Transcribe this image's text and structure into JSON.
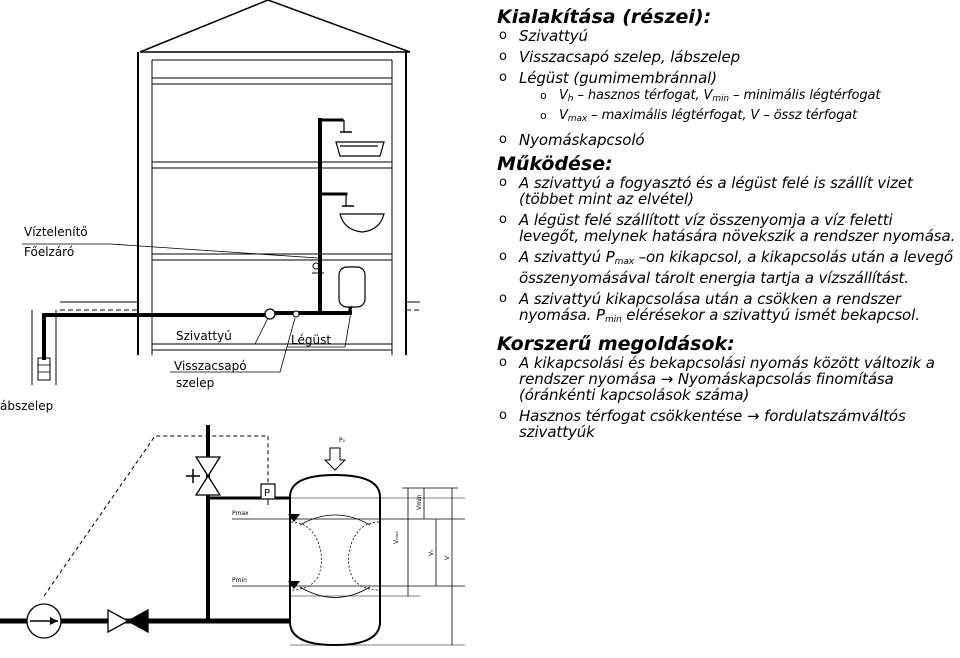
{
  "diagram": {
    "labels": {
      "viztelenito": "Víztelenítő",
      "foelzaro": "Főelzáró",
      "szivattyu": "Szivattyú",
      "legust": "Légüst",
      "visszacsapo1": "Visszacsapó",
      "visszacsapo2": "szelep",
      "labszelep": "ábszelep",
      "p_label": "P",
      "pv": "P₀",
      "pmax": "Pmax",
      "pmin": "Pmin",
      "vmax": "Vₘₐₓ",
      "vmin": "Vmin",
      "vh": "Vₕ",
      "v": "V"
    }
  },
  "text": {
    "kialakitas": {
      "heading": "Kialakítása (részei):",
      "item1": "Szivattyú",
      "item2": "Visszacsapó szelep, lábszelep",
      "item3": "Légüst (gumimembránnal)",
      "sub1_sym": "V",
      "sub1_sub": "h",
      "sub1_text": " – hasznos térfogat, ",
      "sub1_sym2": "V",
      "sub1_sub2": "min",
      "sub1_text2": " – minimális légtérfogat",
      "sub2_sym": "V",
      "sub2_sub": "max",
      "sub2_text": " – maximális légtérfogat, V – össz térfogat",
      "item4": "Nyomáskapcsoló"
    },
    "mukodese": {
      "heading": "Működése:",
      "item1": "A szivattyú a fogyasztó és a légüst felé is szállít vizet (többet mint az elvétel)",
      "item2": "A légüst felé szállított víz összenyomja a víz feletti levegőt, melynek hatására növekszik a rendszer nyomása.",
      "item3_a": "A szivattyú P",
      "item3_sub": "max",
      "item3_b": " –on  kikapcsol, a kikapcsolás után a levegő összenyomásával tárolt energia tartja a vízszállítást.",
      "item4_a": "A szivattyú kikapcsolása után a csökken a rendszer nyomása. P",
      "item4_sub": "min",
      "item4_b": " elérésekor a szivattyú ismét bekapcsol."
    },
    "korszeru": {
      "heading": "Korszerű megoldások:",
      "item1": "A kikapcsolási és bekapcsolási nyomás között változik a rendszer nyomása → Nyomáskapcsolás finomítása (óránkénti kapcsolások száma)",
      "item2": "Hasznos térfogat csökkentése → fordulatszámváltós szivattyúk"
    }
  }
}
